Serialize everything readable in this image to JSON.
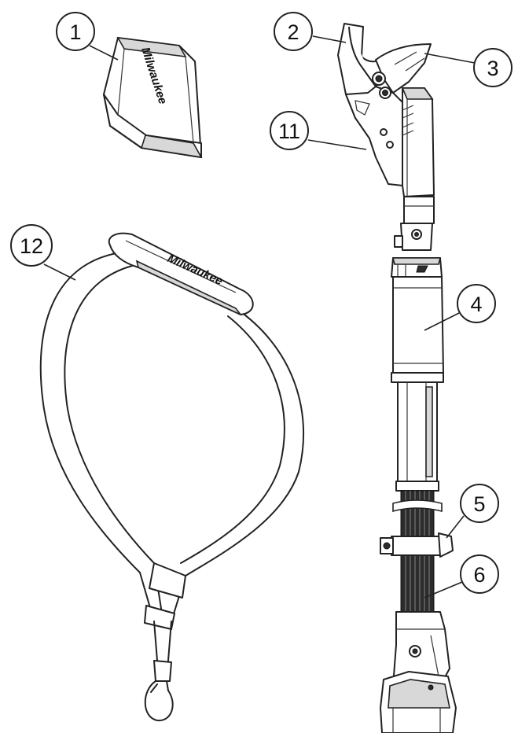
{
  "callouts": [
    {
      "id": "c1",
      "label": "1"
    },
    {
      "id": "c2",
      "label": "2"
    },
    {
      "id": "c3",
      "label": "3"
    },
    {
      "id": "c4",
      "label": "4"
    },
    {
      "id": "c5",
      "label": "5"
    },
    {
      "id": "c6",
      "label": "6"
    },
    {
      "id": "c11",
      "label": "11"
    },
    {
      "id": "c12",
      "label": "12"
    }
  ],
  "brand_logo": "Milwaukee",
  "icons": {
    "part1": "blade-cover-icon",
    "tool": "pole-lopper-icon",
    "part12": "shoulder-strap-icon"
  }
}
